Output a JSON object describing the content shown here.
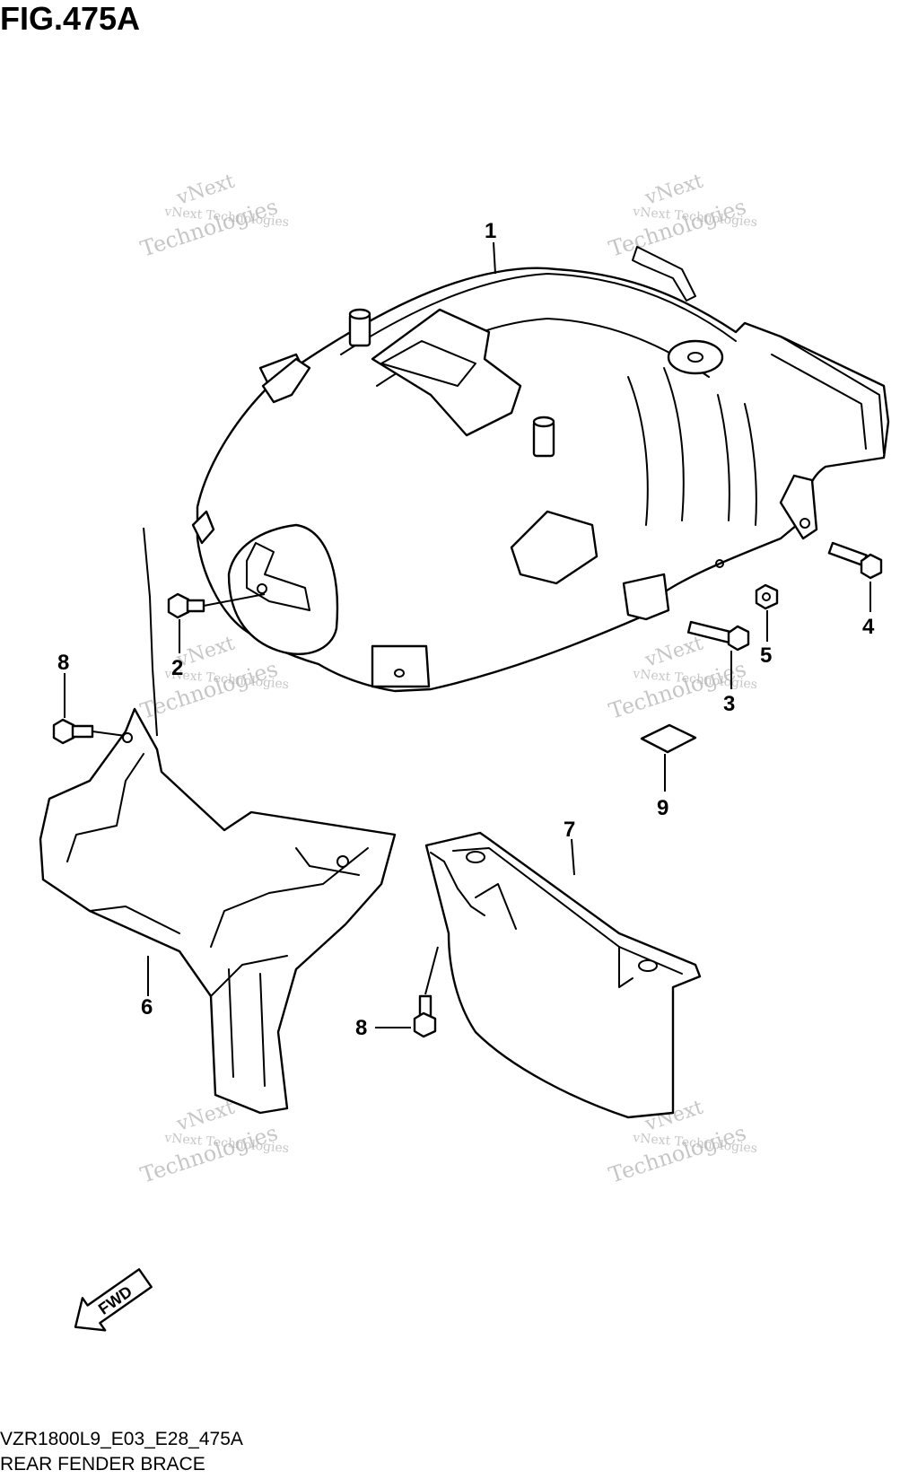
{
  "figure": {
    "title": "FIG.475A"
  },
  "callouts": [
    {
      "id": "1",
      "label": "1"
    },
    {
      "id": "2",
      "label": "2"
    },
    {
      "id": "3",
      "label": "3"
    },
    {
      "id": "4",
      "label": "4"
    },
    {
      "id": "5",
      "label": "5"
    },
    {
      "id": "6",
      "label": "6"
    },
    {
      "id": "7",
      "label": "7"
    },
    {
      "id": "8a",
      "label": "8"
    },
    {
      "id": "8b",
      "label": "8"
    },
    {
      "id": "9",
      "label": "9"
    }
  ],
  "watermark": {
    "line1": "vNext Technologies",
    "line2": "vNext",
    "line3": "Technologies"
  },
  "direction": {
    "label": "FWD"
  },
  "footer": {
    "model_code": "VZR1800L9_E03_E28_475A",
    "caption": "REAR FENDER BRACE"
  },
  "colors": {
    "line": "#000000",
    "background": "#ffffff",
    "watermark": "#b4b4b4"
  }
}
